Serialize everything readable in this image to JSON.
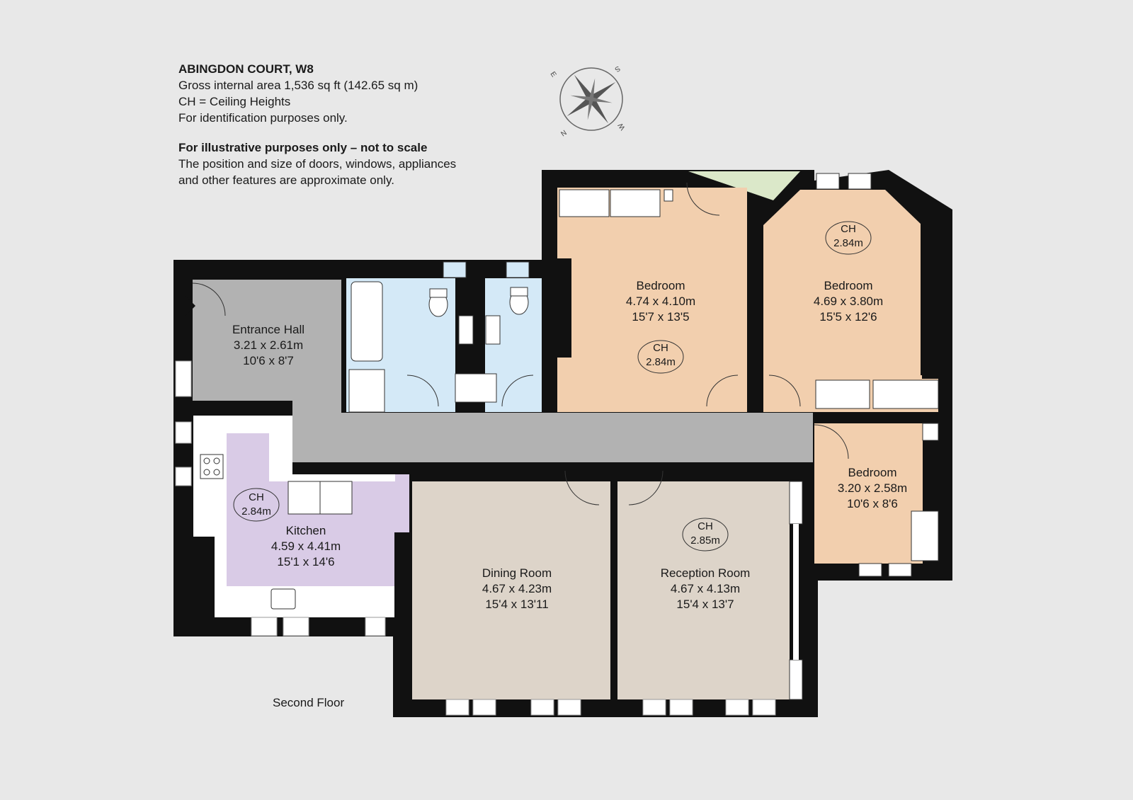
{
  "header": {
    "title": "ABINGDON COURT, W8",
    "area": "Gross internal area 1,536 sq ft (142.65 sq m)",
    "ch_note": "CH =  Ceiling Heights",
    "ident": "For identification purposes only.",
    "disclaimer_title": "For illustrative purposes only – not to scale",
    "disclaimer_line1": "The position and size of doors, windows, appliances",
    "disclaimer_line2": "and other features are approximate only."
  },
  "compass": {
    "n": "N",
    "s": "S",
    "e": "E",
    "w": "W"
  },
  "floor_label": "Second Floor",
  "colors": {
    "wall": "#111111",
    "hall": "#b2b2b2",
    "bathroom": "#d4e9f7",
    "bedroom": "#f2cfae",
    "kitchen": "#d9cbe6",
    "living": "#ddd4c9",
    "terrace": "#dbe8c9",
    "white": "#ffffff"
  },
  "rooms": {
    "entrance_hall": {
      "name": "Entrance Hall",
      "metric": "3.21 x 2.61m",
      "imperial": "10'6 x 8'7"
    },
    "bedroom1": {
      "name": "Bedroom",
      "metric": "4.74 x 4.10m",
      "imperial": "15'7 x 13'5",
      "ch_label": "CH",
      "ch_value": "2.84m"
    },
    "bedroom2": {
      "name": "Bedroom",
      "metric": "4.69 x 3.80m",
      "imperial": "15'5 x 12'6",
      "ch_label": "CH",
      "ch_value": "2.84m"
    },
    "bedroom3": {
      "name": "Bedroom",
      "metric": "3.20 x 2.58m",
      "imperial": "10'6 x 8'6"
    },
    "kitchen": {
      "name": "Kitchen",
      "metric": "4.59 x 4.41m",
      "imperial": "15'1 x 14'6",
      "ch_label": "CH",
      "ch_value": "2.84m"
    },
    "dining": {
      "name": "Dining Room",
      "metric": "4.67 x 4.23m",
      "imperial": "15'4 x 13'11"
    },
    "reception": {
      "name": "Reception Room",
      "metric": "4.67 x 4.13m",
      "imperial": "15'4 x 13'7",
      "ch_label": "CH",
      "ch_value": "2.85m"
    }
  }
}
